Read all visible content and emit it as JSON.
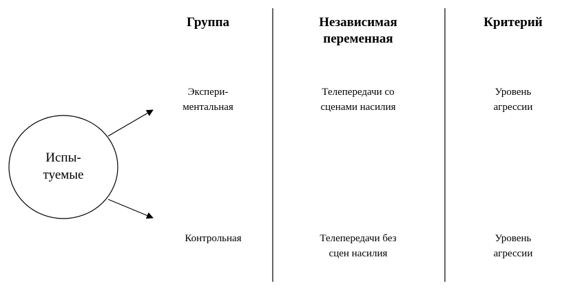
{
  "subjects": "Испы-\nтуемые",
  "headers": {
    "group": "Группа",
    "variable": "Независимая\nпеременная",
    "criterion": "Критерий"
  },
  "rows": [
    {
      "group": "Экспери-\nментальная",
      "variable": "Телепередачи со\nсценами насилия",
      "criterion": "Уровень\nагрессии"
    },
    {
      "group": "Контрольная",
      "variable": "Телепередачи без\nсцен насилия",
      "criterion": "Уровень\nагрессии"
    }
  ]
}
